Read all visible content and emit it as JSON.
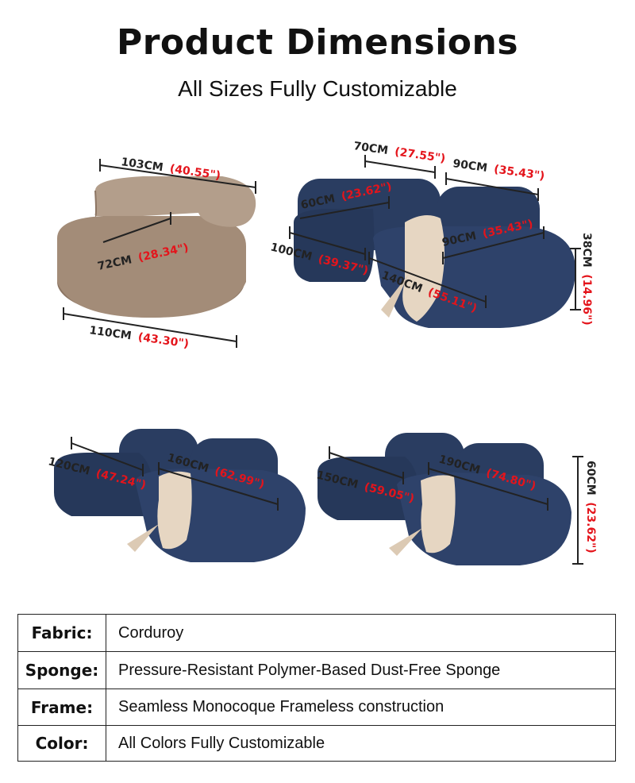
{
  "header": {
    "title": "Product Dimensions",
    "subtitle": "All Sizes Fully Customizable"
  },
  "colors": {
    "accent_red": "#e4141b",
    "sofa_beige": "#a38c78",
    "sofa_navy": "#26385a",
    "throw_cream": "#e6d6c2"
  },
  "figures": {
    "single_chair": {
      "top_width": {
        "cm": "103CM",
        "in": "(40.55\")"
      },
      "seat_depth": {
        "cm": "72CM",
        "in": "(28.34\")"
      },
      "bottom_width": {
        "cm": "110CM",
        "in": "(43.30\")"
      }
    },
    "sectional": {
      "top_middle": {
        "cm": "70CM",
        "in": "(27.55\")"
      },
      "top_right": {
        "cm": "90CM",
        "in": "(35.43\")"
      },
      "left_back": {
        "cm": "60CM",
        "in": "(23.62\")"
      },
      "left_front": {
        "cm": "100CM",
        "in": "(39.37\")"
      },
      "right_seat": {
        "cm": "90CM",
        "in": "(35.43\")"
      },
      "chaise_length": {
        "cm": "140CM",
        "in": "(55.11\")"
      },
      "height": {
        "cm": "38CM",
        "in": "(14.96\")"
      }
    },
    "sofa_small": {
      "left": {
        "cm": "120CM",
        "in": "(47.24\")"
      },
      "right": {
        "cm": "160CM",
        "in": "(62.99\")"
      }
    },
    "sofa_large": {
      "left": {
        "cm": "150CM",
        "in": "(59.05\")"
      },
      "right": {
        "cm": "190CM",
        "in": "(74.80\")"
      },
      "height": {
        "cm": "60CM",
        "in": "(23.62\")"
      }
    }
  },
  "specs": [
    {
      "label": "Fabric:",
      "value": "Corduroy"
    },
    {
      "label": "Sponge:",
      "value": "Pressure-Resistant Polymer-Based Dust-Free Sponge"
    },
    {
      "label": "Frame:",
      "value": "Seamless Monocoque Frameless construction"
    },
    {
      "label": "Color:",
      "value": "All Colors Fully Customizable"
    }
  ]
}
